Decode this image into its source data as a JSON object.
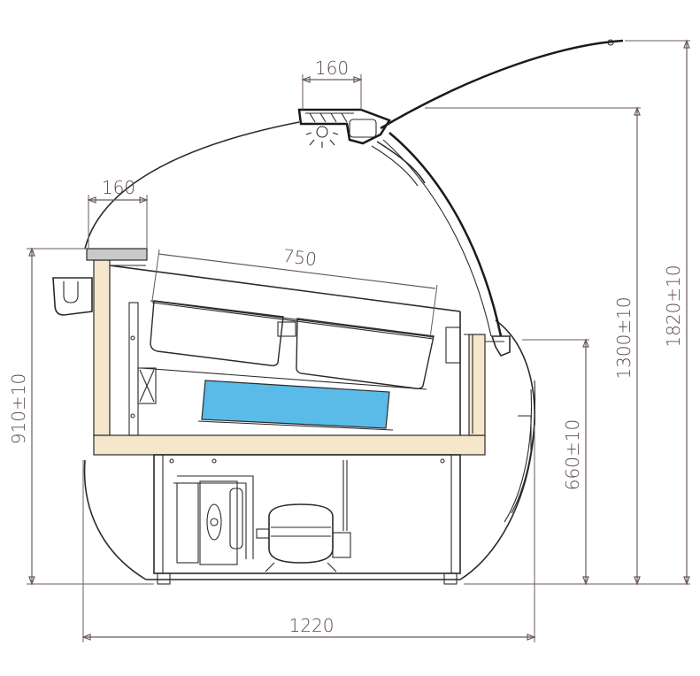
{
  "colors": {
    "line": "#2a2a2a",
    "dimension": "#6b5a5a",
    "wood_panel": "#f6e6cc",
    "evaporator": "#5bbbe8",
    "top_shelf": "#c9c9c9",
    "glass_edge": "#9dd3e6"
  },
  "dimensions": {
    "top_light_width": "160",
    "shelf_width": "160",
    "pan_length": "750",
    "counter_height": "910±10",
    "deck_height": "660±10",
    "glass_height": "1300±10",
    "total_height": "1820±10",
    "total_depth": "1220"
  },
  "icons": [
    "lamp-icon",
    "compressor-icon",
    "condenser-fan-icon"
  ]
}
